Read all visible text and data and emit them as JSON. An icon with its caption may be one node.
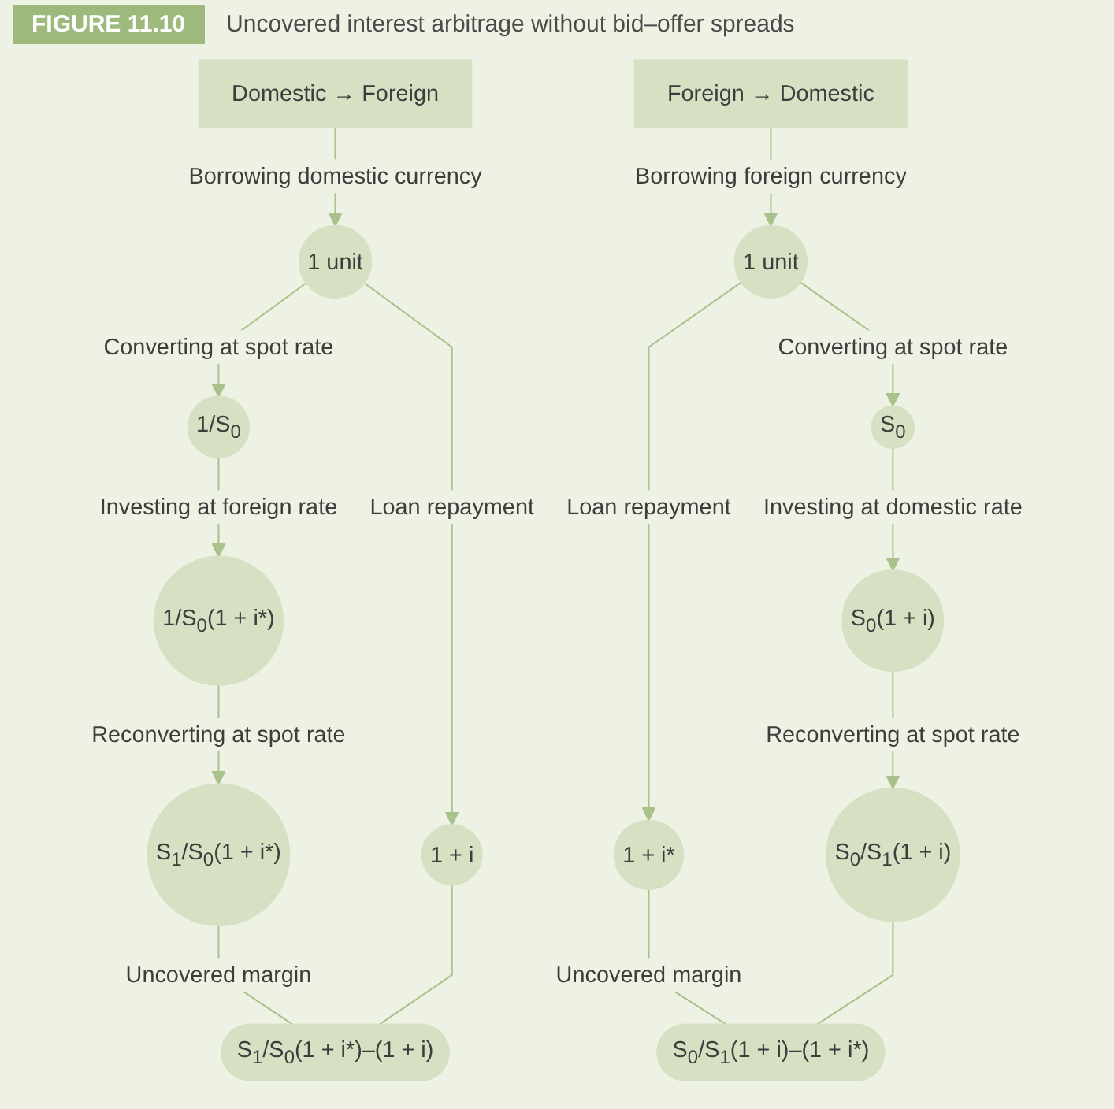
{
  "diagram": {
    "title": "Uncovered interest arbitrage without bid–offer spreads",
    "nodes": [
      {
        "text": [
          "Domestic → Foreign"
        ]
      },
      {
        "text": [
          "1 unit"
        ]
      },
      {
        "text": [
          "1/S$_{0}$"
        ]
      },
      {
        "text": [
          "1/S$_{0}$(1 + i*)"
        ]
      },
      {
        "text": [
          "S$_{1}$/S$_{0}$(1 + i*)"
        ]
      },
      {
        "text": [
          "1 + i"
        ]
      },
      {
        "text": [
          "S$_{1}$/S$_{0}$(1 + i*)–(1 + i)"
        ]
      },
      {
        "text": [
          "Foreign → Domestic"
        ]
      },
      {
        "text": [
          "1 unit"
        ]
      },
      {
        "text": [
          "S$_{0}$"
        ]
      },
      {
        "text": [
          "S$_{0}$(1 + i)"
        ]
      },
      {
        "text": [
          "1 + i*"
        ]
      },
      {
        "text": [
          "S$_{0}$/S$_{1}$(1 + i)"
        ]
      },
      {
        "text": [
          "S$_{0}$/S$_{1}$(1 + i)–(1 + i*)"
        ]
      }
    ],
    "edges": [
      {
        "from": 0,
        "to": 1,
        "arrow": "to",
        "label": "Borrowing domestic currency"
      },
      {
        "from": 1,
        "to": 2,
        "arrow": "to",
        "label": "Converting at spot rate"
      },
      {
        "from": 2,
        "to": 3,
        "arrow": "to",
        "label": "Investing at foreign rate"
      },
      {
        "from": 3,
        "to": 4,
        "arrow": "to",
        "label": "Reconverting at spot rate"
      },
      {
        "from": 1,
        "to": 5,
        "arrow": "to",
        "label": "Loan repayment"
      },
      {
        "from": 4,
        "to": 6,
        "arrow": "none",
        "label": "Uncovered margin"
      },
      {
        "from": 5,
        "to": 6,
        "arrow": "none"
      },
      {
        "from": 7,
        "to": 8,
        "arrow": "to",
        "label": "Borrowing foreign currency"
      },
      {
        "from": 8,
        "to": 9,
        "arrow": "to",
        "label": "Converting at spot rate"
      },
      {
        "from": 9,
        "to": 10,
        "arrow": "to",
        "label": "Investing at domestic rate"
      },
      {
        "from": 10,
        "to": 12,
        "arrow": "to",
        "label": "Reconverting at spot rate"
      },
      {
        "from": 8,
        "to": 11,
        "arrow": "to",
        "label": "Loan repayment"
      },
      {
        "from": 11,
        "to": 13,
        "arrow": "none",
        "label": "Uncovered margin"
      },
      {
        "from": 12,
        "to": 13,
        "arrow": "none"
      }
    ],
    "labels": [
      "FIGURE 11.10"
    ]
  }
}
